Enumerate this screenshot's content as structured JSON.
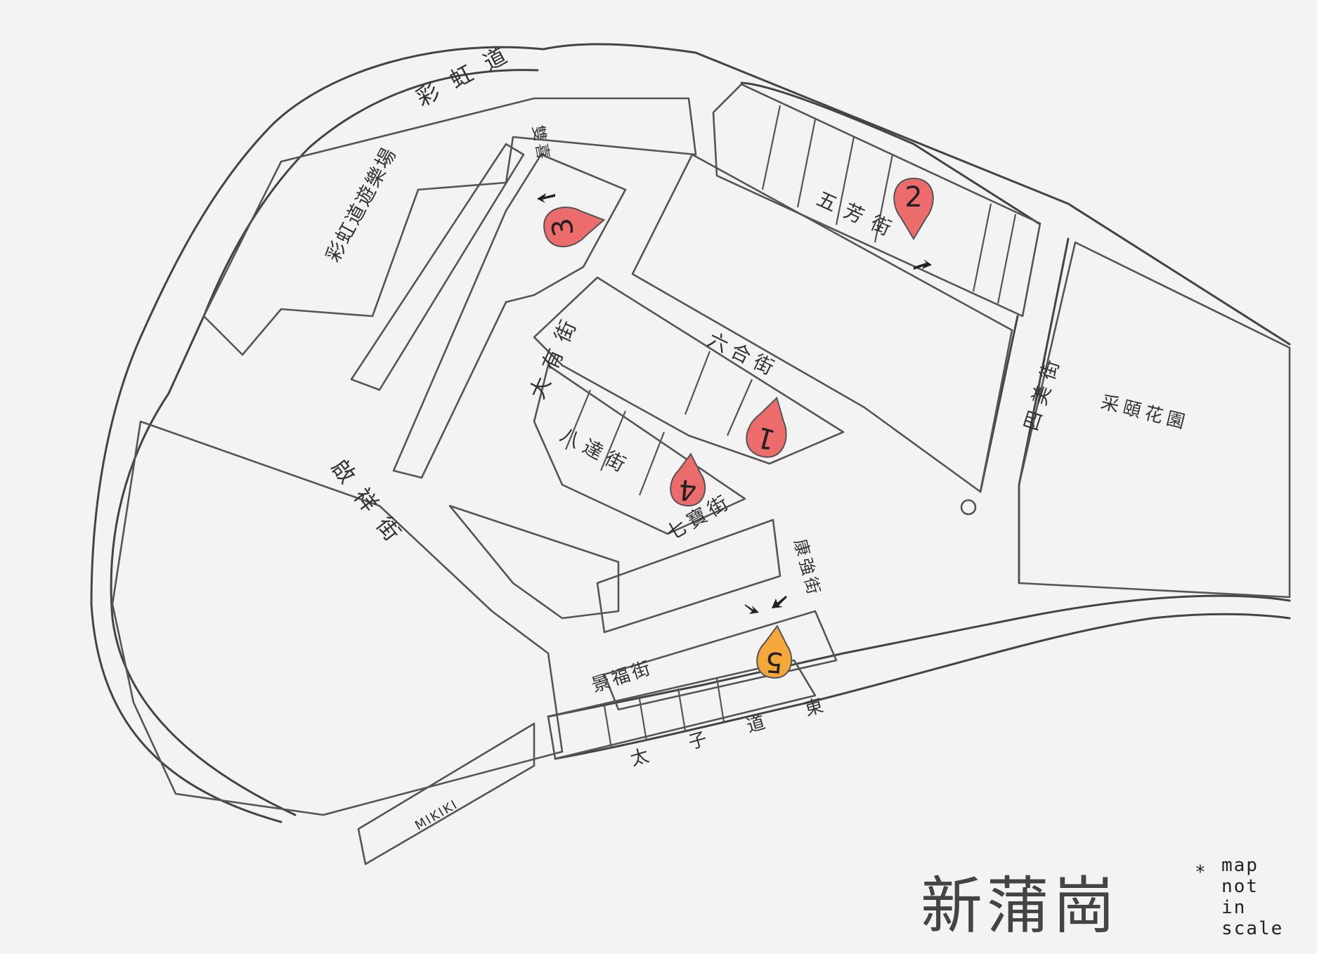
{
  "map": {
    "title": "新蒲崗",
    "note": [
      "*",
      "map",
      "not",
      "in",
      "scale"
    ],
    "roads": {
      "rainbow_road": "彩虹道",
      "ng_fung_street": "五芳街",
      "luk_hop_street": "六合街",
      "tai_yau_street": "大有街",
      "pat_tat_street": "八達街",
      "chat_po_street": "七寶街",
      "sze_mei_street": "四美街",
      "king_fuk_street": "景福街",
      "hong_keung_street": "康強街",
      "prince_edward_road_east": "太子道東",
      "cheung_hei_street": "雙喜",
      "chi_cheung_street": "啟祥街"
    },
    "places": {
      "playground": "彩虹道遊樂場",
      "garden": "采頤花園",
      "mall": "MIKIKI"
    },
    "markers": [
      {
        "label": "1",
        "color": "#ec6c6c"
      },
      {
        "label": "2",
        "color": "#ec6c6c"
      },
      {
        "label": "3",
        "color": "#ec6c6c"
      },
      {
        "label": "4",
        "color": "#ec6c6c"
      },
      {
        "label": "5",
        "color": "#f5a73a"
      }
    ]
  }
}
